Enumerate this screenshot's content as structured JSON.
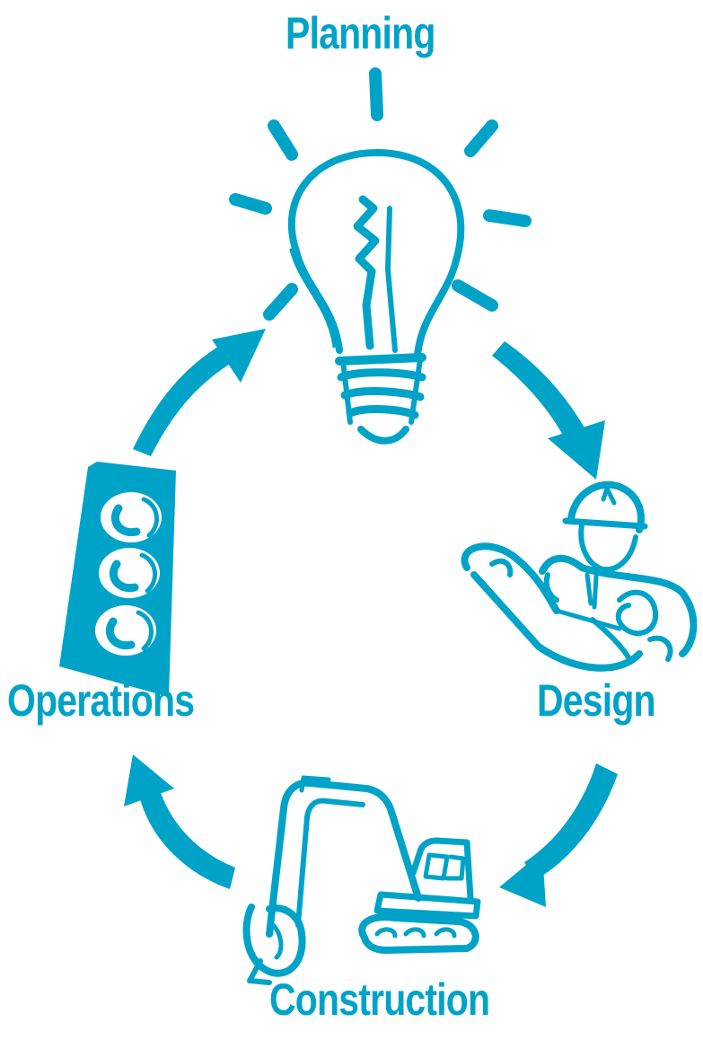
{
  "accent_color": "#00a3c8",
  "stages": {
    "planning": {
      "label": "Planning",
      "icon": "lightbulb-icon"
    },
    "design": {
      "label": "Design",
      "icon": "engineer-with-blueprint-icon"
    },
    "construction": {
      "label": "Construction",
      "icon": "excavator-icon"
    },
    "operations": {
      "label": "Operations",
      "icon": "traffic-light-icon"
    }
  },
  "cycle_order": [
    "Planning",
    "Design",
    "Construction",
    "Operations"
  ]
}
